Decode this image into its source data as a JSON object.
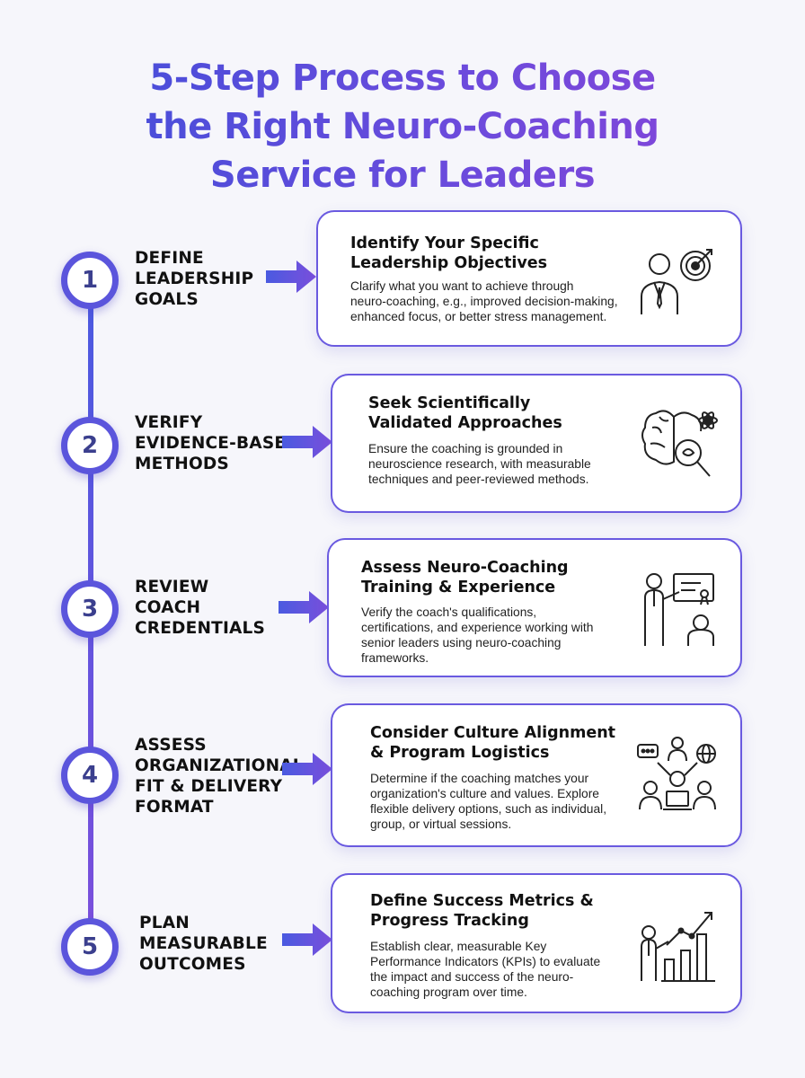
{
  "title": {
    "line1": "5-Step Process to Choose",
    "line2": "the Right Neuro-Coaching",
    "line3": "Service for Leaders"
  },
  "colors": {
    "accent_blue": "#4a5ae0",
    "accent_purple": "#7b4fdc",
    "card_border": "#6a5ae0",
    "background": "#f6f6fb"
  },
  "steps": [
    {
      "number": "1",
      "label": "DEFINE\nLEADERSHIP\nGOALS",
      "card_title": "Identify Your Specific\nLeadership Objectives",
      "card_desc": "Clarify what you want to achieve through\nneuro-coaching, e.g., improved decision-making,\nenhanced focus, or better stress management.",
      "icon": "leader-target-icon"
    },
    {
      "number": "2",
      "label": "VERIFY\nEVIDENCE-BASED\nMETHODS",
      "card_title": "Seek Scientifically\nValidated Approaches",
      "card_desc": "Ensure the coaching is grounded in\nneuroscience research, with measurable\ntechniques and peer-reviewed methods.",
      "icon": "brain-magnifier-icon"
    },
    {
      "number": "3",
      "label": "REVIEW\nCOACH\nCREDENTIALS",
      "card_title": "Assess Neuro-Coaching\nTraining & Experience",
      "card_desc": "Verify the coach's qualifications,\ncertifications, and experience working with\nsenior leaders using neuro-coaching\nframeworks.",
      "icon": "presenter-certificate-icon"
    },
    {
      "number": "4",
      "label": "ASSESS\nORGANIZATIONAL\nFIT & DELIVERY\nFORMAT",
      "card_title": "Consider Culture Alignment\n& Program Logistics",
      "card_desc": "Determine if the coaching matches your\norganization's culture and values. Explore\nflexible delivery options, such as individual,\ngroup, or virtual sessions.",
      "icon": "team-network-icon"
    },
    {
      "number": "5",
      "label": "PLAN\nMEASURABLE\nOUTCOMES",
      "card_title": "Define Success Metrics &\nProgress Tracking",
      "card_desc": "Establish clear, measurable Key\nPerformance Indicators (KPIs) to evaluate\nthe impact and success of the neuro-\ncoaching program over time.",
      "icon": "growth-chart-icon"
    }
  ]
}
